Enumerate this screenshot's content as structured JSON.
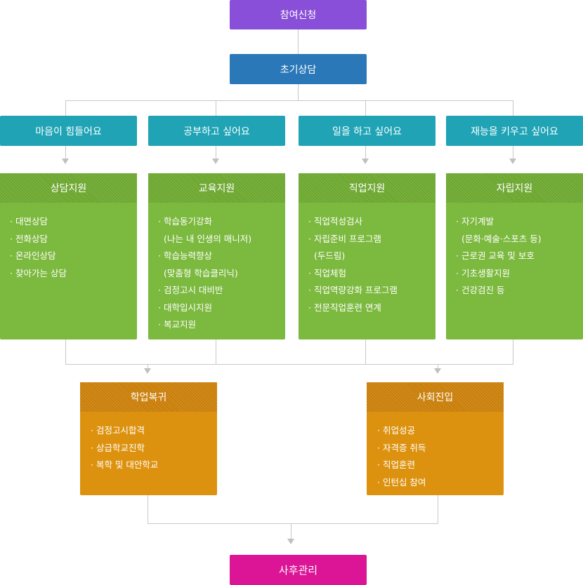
{
  "start": "참여신청",
  "initial": "초기상담",
  "categories": [
    "마음이 힘들어요",
    "공부하고 싶어요",
    "일을 하고 싶어요",
    "재능을 키우고 싶어요"
  ],
  "supports": [
    {
      "title": "상담지원",
      "items": [
        "· 대면상담",
        "· 전화상담",
        "· 온라인상담",
        "· 찾아가는 상담"
      ]
    },
    {
      "title": "교육지원",
      "items": [
        "· 학습동기강화",
        "(나는 내 인생의 매니저)",
        "· 학습능력향상",
        "(맞춤형 학습클리닉)",
        "· 검정고시 대비반",
        "· 대학입시지원",
        "· 복교지원"
      ]
    },
    {
      "title": "직업지원",
      "items": [
        "· 직업적성검사",
        "· 자립준비 프로그램",
        "(두드림)",
        "· 직업체험",
        "· 직업역량강화 프로그램",
        "· 전문직업훈련 연계"
      ]
    },
    {
      "title": "자립지원",
      "items": [
        "· 자기계발",
        "(문화·예술·스포츠 등)",
        "· 근로권 교육 및 보호",
        "· 기초생활지원",
        "· 건강검진 등"
      ]
    }
  ],
  "outcomes": [
    {
      "title": "학업복귀",
      "items": [
        "· 검정고시합격",
        "· 상급학교진학",
        "· 복학 및 대안학교"
      ]
    },
    {
      "title": "사회진입",
      "items": [
        "· 취업성공",
        "· 자격증 취득",
        "· 직업훈련",
        "· 인턴십 참여"
      ]
    }
  ],
  "end": "사후관리",
  "colors": {
    "start": "#8a4fd8",
    "initial": "#2a78b8",
    "category": "#1fa3b5",
    "support": "#7cb93f",
    "outcome": "#dd920f",
    "end": "#dc1496"
  }
}
